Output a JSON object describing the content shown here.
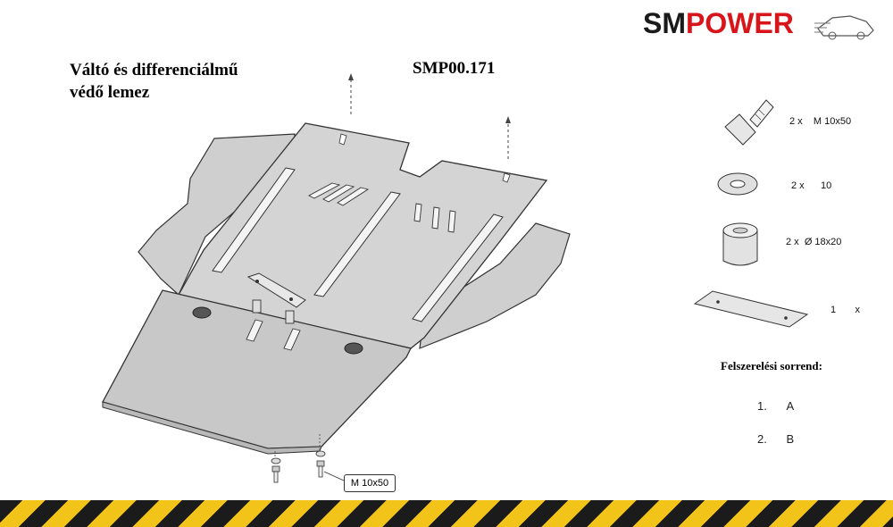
{
  "header": {
    "title_line1": "Váltó és differenciálmű",
    "title_line2": "védő lemez",
    "part_code": "SMP00.171"
  },
  "logo": {
    "part1": "SM",
    "part2": "POWER"
  },
  "parts": [
    {
      "icon": "bolt-icon",
      "qty": "2 x",
      "spec": "M 10x50"
    },
    {
      "icon": "washer-icon",
      "qty": "2 x",
      "spec": "10"
    },
    {
      "icon": "spacer-sleeve-icon",
      "qty": "2 x",
      "spec": "Ø 18x20"
    },
    {
      "icon": "mounting-plate-icon",
      "qty": "x",
      "spec": "1"
    }
  ],
  "assembly_order": {
    "title": "Felszerelési sorrend:",
    "steps": [
      {
        "num": "1.",
        "label": "A"
      },
      {
        "num": "2.",
        "label": "B"
      }
    ]
  },
  "callout": {
    "label": "M 10x50"
  },
  "colors": {
    "plate_fill": "#cfcfcf",
    "outline": "#333333",
    "brand_red": "#d8151b",
    "stripe_yellow": "#f2c41a",
    "stripe_black": "#1b1b1b"
  }
}
